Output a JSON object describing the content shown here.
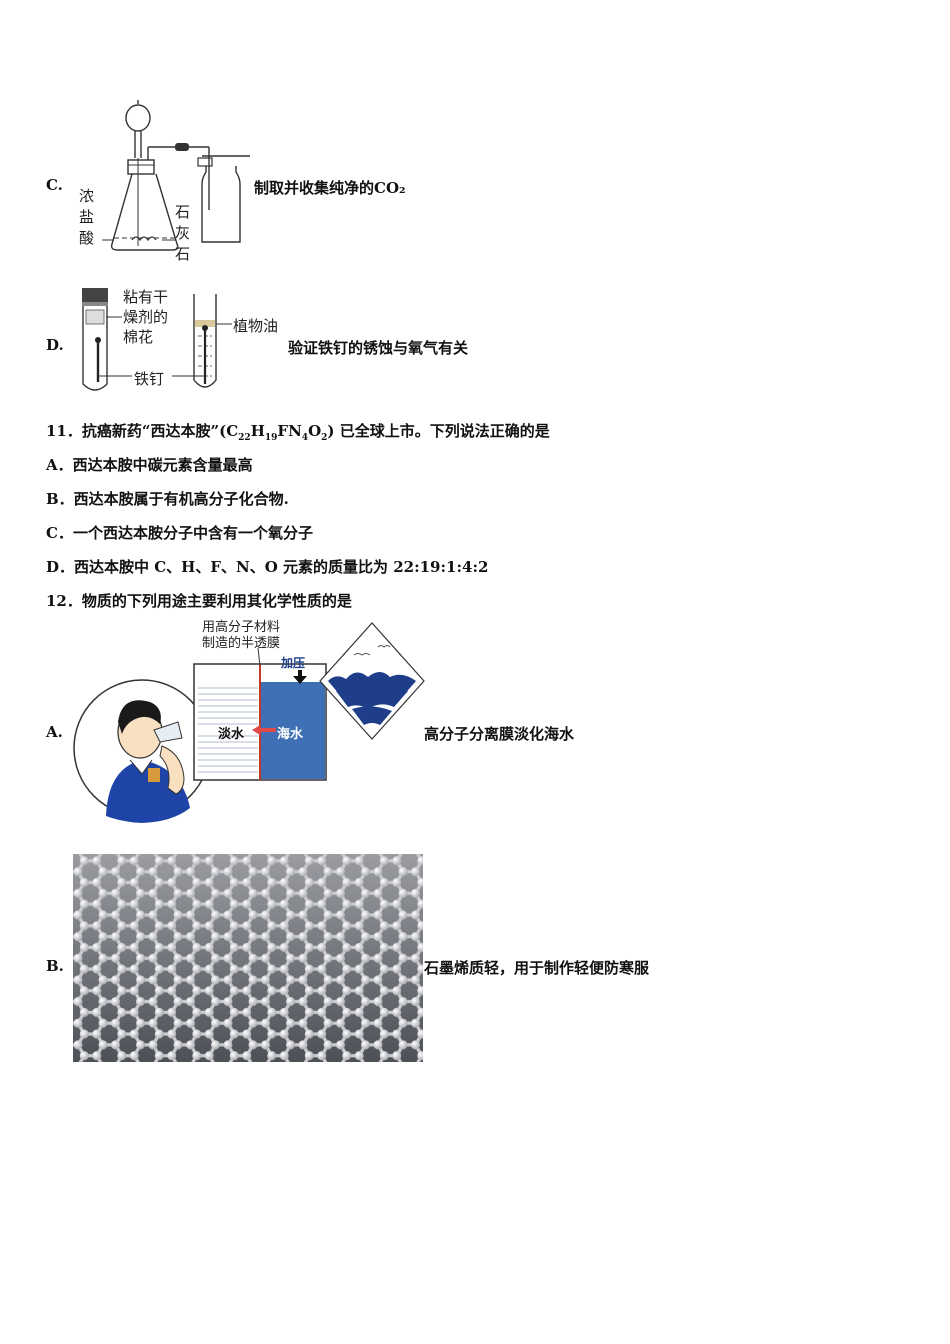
{
  "q10": {
    "optC": {
      "letter": "C.",
      "caption": "制取并收集纯净的CO₂",
      "labels": {
        "acid_1": "浓",
        "acid_2": "盐",
        "acid_3": "酸",
        "stone_1": "石",
        "stone_2": "灰",
        "stone_3": "石"
      }
    },
    "optD": {
      "letter": "D.",
      "caption": "验证铁钉的锈蚀与氧气有关",
      "labels": {
        "cotton_1": "粘有干",
        "cotton_2": "燥剂的",
        "cotton_3": "棉花",
        "oil": "植物油",
        "nail": "铁钉"
      }
    }
  },
  "q11": {
    "number": "11．",
    "stem_a": "抗癌新药“西达本胺”(C",
    "sub22": "22",
    "stem_b": "H",
    "sub19": "19",
    "stem_c": "FN",
    "sub4": "4",
    "stem_d": "O",
    "sub2": "2",
    "stem_e": ") 已全球上市。下列说法正确的是",
    "options": [
      "A．西达本胺中碳元素含量最高",
      "B．西达本胺属于有机高分子化合物.",
      "C．一个西达本胺分子中含有一个氧分子",
      "D．西达本胺中 C、H、F、N、O 元素的质量比为 22:19:1:4:2"
    ]
  },
  "q12": {
    "stem": "12．物质的下列用途主要利用其化学性质的是",
    "optA": {
      "letter": "A.",
      "caption": "高分子分离膜淡化海水",
      "labels": {
        "membrane_1": "用高分子材料",
        "membrane_2": "制造的半透膜",
        "pressure": "加压",
        "fresh": "淡水",
        "sea": "海水"
      }
    },
    "optB": {
      "letter": "B.",
      "caption": "石墨烯质轻，用于制作轻便防寒服"
    }
  },
  "colors": {
    "text": "#111111",
    "seawater": "#3f6fb5",
    "wave": "#1e3e8a",
    "graphene_bg": "#5d5f66"
  }
}
